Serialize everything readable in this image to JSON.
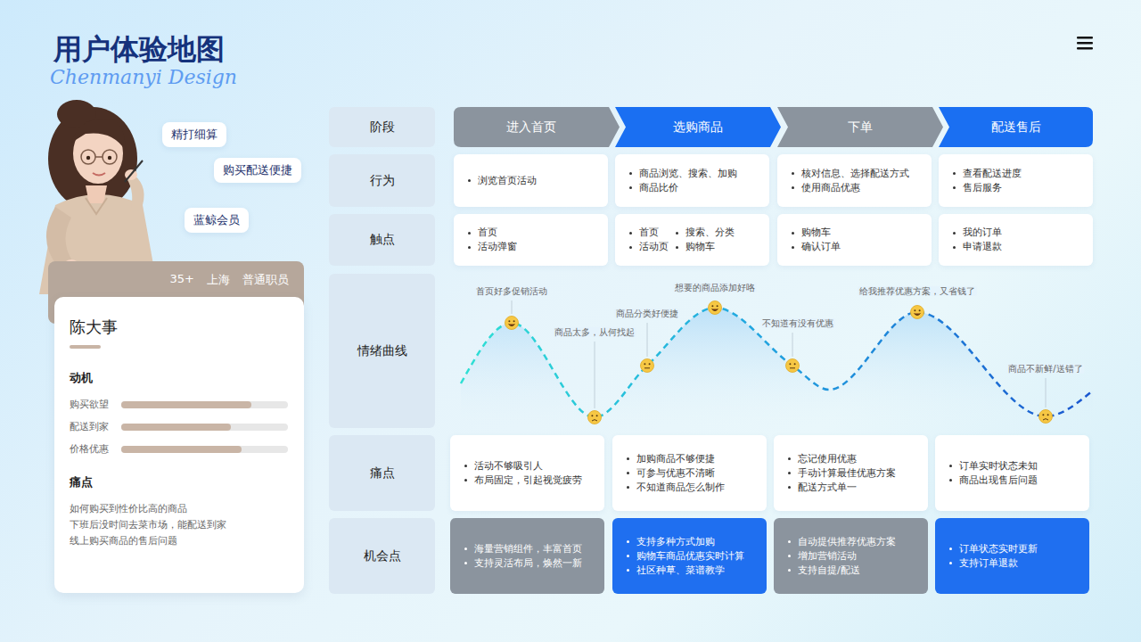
{
  "diagram": {
    "title": "用户体验地图",
    "nodes": [
      {
        "text": [
          "精打细算"
        ]
      },
      {
        "text": [
          "购买配送便捷"
        ]
      },
      {
        "text": [
          "蓝鲸会员"
        ]
      },
      {
        "text": [
          "35+",
          "上海",
          "普通职员"
        ]
      },
      {
        "text": [
          "陈大事",
          "动机",
          "购买欲望",
          "配送到家",
          "价格优惠",
          "痛点",
          "如何购买到性价比高的商品",
          "下班后没时间去菜市场，能配送到家",
          "线上购买商品的售后问题"
        ]
      },
      {
        "text": [
          "阶段"
        ]
      },
      {
        "text": [
          "进入首页"
        ]
      },
      {
        "text": [
          "选购商品"
        ]
      },
      {
        "text": [
          "下单"
        ]
      },
      {
        "text": [
          "配送售后"
        ]
      },
      {
        "text": [
          "行为"
        ]
      },
      {
        "text": [
          "浏览首页活动"
        ]
      },
      {
        "text": [
          "商品浏览、搜索、加购",
          "商品比价"
        ]
      },
      {
        "text": [
          "核对信息、选择配送方式",
          "使用商品优惠"
        ]
      },
      {
        "text": [
          "查看配送进度",
          "售后服务"
        ]
      },
      {
        "text": [
          "触点"
        ]
      },
      {
        "text": [
          "首页",
          "活动弹窗"
        ]
      },
      {
        "text": [
          "首页",
          "搜索、分类",
          "活动页",
          "购物车"
        ]
      },
      {
        "text": [
          "购物车",
          "确认订单"
        ]
      },
      {
        "text": [
          "我的订单",
          "申请退款"
        ]
      },
      {
        "text": [
          "情绪曲线"
        ]
      },
      {
        "text": [
          "痛点"
        ]
      },
      {
        "text": [
          "活动不够吸引人",
          "布局固定，引起视觉疲劳"
        ]
      },
      {
        "text": [
          "加购商品不够便捷",
          "可参与优惠不清晰",
          "不知道商品怎么制作"
        ]
      },
      {
        "text": [
          "忘记使用优惠",
          "手动计算最佳优惠方案",
          "配送方式单一"
        ]
      },
      {
        "text": [
          "订单实时状态未知",
          "商品出现售后问题"
        ]
      },
      {
        "text": [
          "机会点"
        ]
      },
      {
        "text": [
          "海量营销组件，丰富首页",
          "支持灵活布局，焕然一新"
        ]
      },
      {
        "text": [
          "支持多种方式加购",
          "购物车商品优惠实时计算",
          "社区种草、菜谱教学"
        ]
      },
      {
        "text": [
          "自动提供推荐优惠方案",
          "增加营销活动",
          "支持自提/配送"
        ]
      },
      {
        "text": [
          "订单状态实时更新",
          "支持订单退款"
        ]
      }
    ],
    "labels": [
      "Chenmanyi Design",
      "首页好多促销活动",
      "商品太多，从何找起",
      "商品分类好便捷",
      "想要的商品添加好咯",
      "不知道有没有优惠",
      "给我推荐优惠方案，又省钱了",
      "商品不新鲜/送错了"
    ]
  }
}
